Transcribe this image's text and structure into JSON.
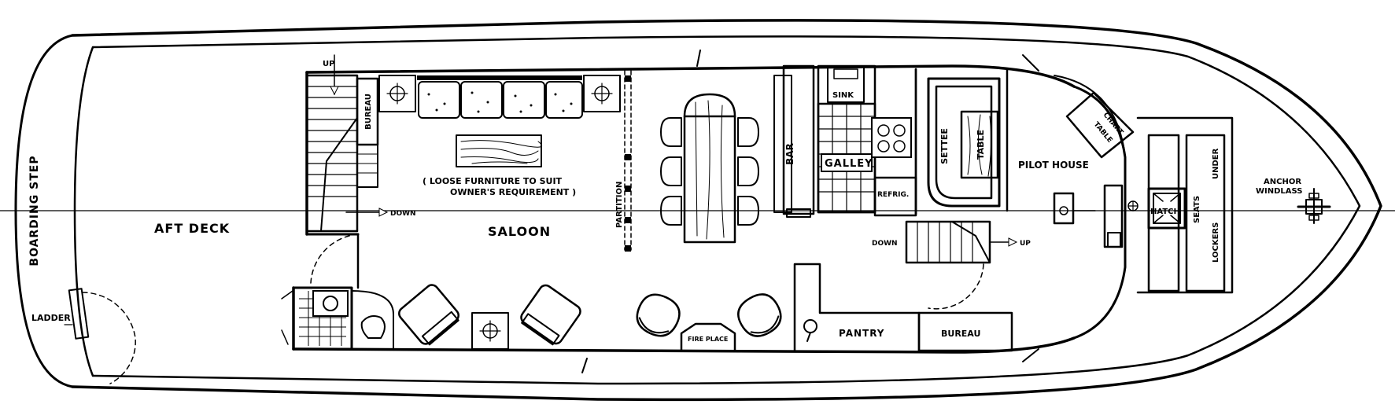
{
  "labels": {
    "boarding_step": "BOARDING STEP",
    "ladder": "LADDER",
    "aft_deck": "AFT DECK",
    "up_aft": "UP",
    "bureau_aft": "BUREAU",
    "down_aft": "DOWN",
    "saloon": "SALOON",
    "loose_furniture_1": "( LOOSE FURNITURE TO SUIT",
    "loose_furniture_2": "OWNER'S REQUIREMENT )",
    "partition": "PARTITION",
    "fire_place": "FIRE PLACE",
    "bar": "BAR",
    "sink": "SINK",
    "galley": "GALLEY",
    "refrig": "REFRIG.",
    "down_fwd": "DOWN",
    "up_fwd": "UP",
    "pantry": "PANTRY",
    "bureau_fwd": "BUREAU",
    "settee": "SETTEE",
    "table": "TABLE",
    "pilot_house": "PILOT HOUSE",
    "chart_table_1": "CHART",
    "chart_table_2": "TABLE",
    "hatch": "HATCH",
    "seats": "SEATS",
    "under": "UNDER",
    "lockers": "LOCKERS",
    "anchor": "ANCHOR",
    "windlass": "WINDLASS"
  }
}
